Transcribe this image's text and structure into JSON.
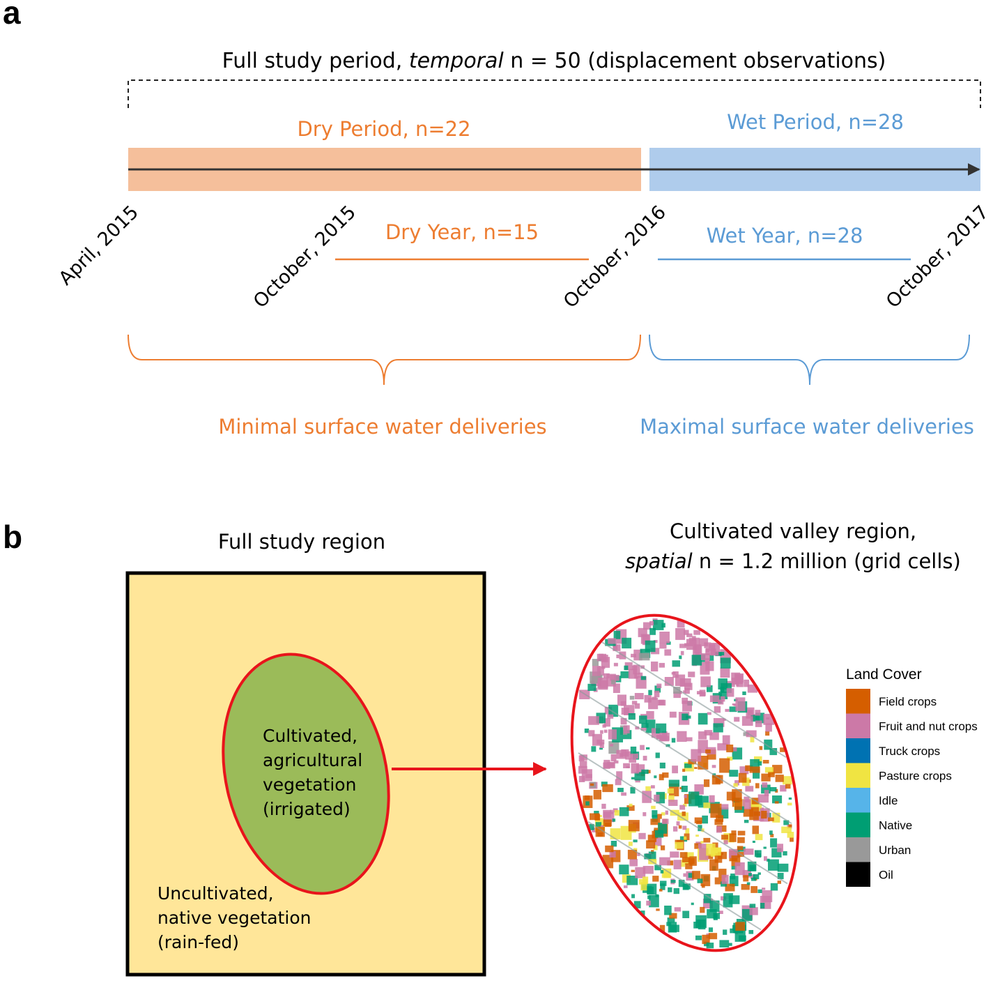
{
  "panel_a": {
    "label": "a",
    "title_prefix": "Full study period, ",
    "title_italic": "temporal",
    "title_suffix": " n = 50 (displacement observations)",
    "dry_period": "Dry Period, n=22",
    "wet_period": "Wet Period, n=28",
    "dates": [
      "April, 2015",
      "October, 2015",
      "October, 2016",
      "October, 2017"
    ],
    "dry_year": "Dry Year, n=15",
    "wet_year": "Wet Year, n=28",
    "minimal": "Minimal surface water deliveries",
    "maximal": "Maximal surface water deliveries"
  },
  "panel_b": {
    "label": "b",
    "full_region_title": "Full study region",
    "cultivated_lines": [
      "Cultivated,",
      "agricultural",
      "vegetation",
      "(irrigated)"
    ],
    "uncultivated_lines": [
      "Uncultivated,",
      "native vegetation",
      "(rain-fed)"
    ],
    "valley_title_line1": "Cultivated valley region,",
    "valley_title_italic": "spatial",
    "valley_title_suffix": " n = 1.2 million (grid cells)",
    "legend": {
      "title": "Land Cover",
      "items": [
        {
          "label": "Field crops",
          "color": "#D55E00"
        },
        {
          "label": "Fruit and nut crops",
          "color": "#CC79A7"
        },
        {
          "label": "Truck crops",
          "color": "#0072B2"
        },
        {
          "label": "Pasture crops",
          "color": "#F0E442"
        },
        {
          "label": "Idle",
          "color": "#56B4E9"
        },
        {
          "label": "Native",
          "color": "#009E73"
        },
        {
          "label": "Urban",
          "color": "#999999"
        },
        {
          "label": "Oil",
          "color": "#000000"
        }
      ]
    }
  },
  "colors": {
    "dry": "#ED7D31",
    "wet": "#5B9BD5",
    "dry_fill": "#F5BF9B",
    "wet_fill": "#AFCCEC",
    "region_fill": "#FFE699",
    "cultivated_fill": "#9BBB59",
    "highlight": "#E8141B"
  }
}
